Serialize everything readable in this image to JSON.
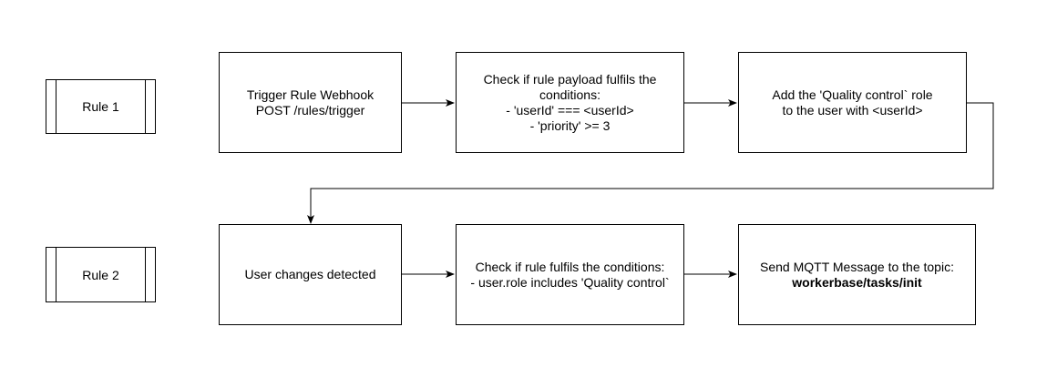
{
  "rules": [
    {
      "label": "Rule 1",
      "steps": [
        {
          "lines": [
            "Trigger Rule Webhook",
            "POST /rules/trigger"
          ]
        },
        {
          "lines": [
            "Check if rule payload fulfils the",
            "conditions:",
            "- 'userId' === <userId>",
            "- 'priority' >= 3"
          ]
        },
        {
          "lines": [
            "Add the 'Quality control` role",
            "to the user with <userId>"
          ]
        }
      ]
    },
    {
      "label": "Rule 2",
      "steps": [
        {
          "lines": [
            "User changes detected"
          ]
        },
        {
          "lines": [
            "Check if rule fulfils the conditions:",
            "- user.role includes 'Quality control`"
          ]
        },
        {
          "lines": [
            "Send MQTT Message to the topic:"
          ],
          "bold": "workerbase/tasks/init"
        }
      ]
    }
  ]
}
